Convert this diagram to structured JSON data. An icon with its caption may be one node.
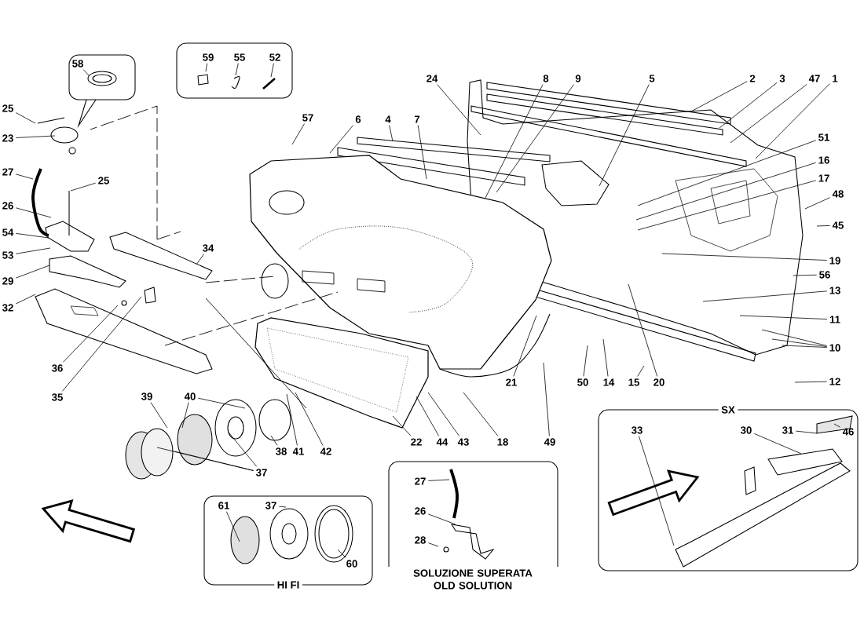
{
  "diagram": {
    "nodes": [
      {
        "text": [],
        "shape": "box"
      },
      {
        "text": [
          "59"
        ],
        "in": 0
      },
      {
        "text": [
          "55"
        ],
        "in": 0
      },
      {
        "text": [
          "52"
        ],
        "in": 0
      },
      {
        "text": [],
        "shape": "box"
      },
      {
        "text": [
          "58"
        ],
        "in": 4
      },
      {
        "text": [
          "25"
        ]
      },
      {
        "text": [
          "23"
        ]
      },
      {
        "text": [
          "27"
        ]
      },
      {
        "text": [
          "25"
        ]
      },
      {
        "text": [
          "26"
        ]
      },
      {
        "text": [
          "54"
        ]
      },
      {
        "text": [
          "53"
        ]
      },
      {
        "text": [
          "29"
        ]
      },
      {
        "text": [
          "32"
        ]
      },
      {
        "text": [
          "34"
        ]
      },
      {
        "text": [
          "36"
        ]
      },
      {
        "text": [
          "35"
        ]
      },
      {
        "text": [
          "57"
        ]
      },
      {
        "text": [
          "6"
        ]
      },
      {
        "text": [
          "4"
        ]
      },
      {
        "text": [
          "7"
        ]
      },
      {
        "text": [
          "24"
        ]
      },
      {
        "text": [
          "8"
        ]
      },
      {
        "text": [
          "9"
        ]
      },
      {
        "text": [
          "5"
        ]
      },
      {
        "text": [
          "2"
        ]
      },
      {
        "text": [
          "3"
        ]
      },
      {
        "text": [
          "47"
        ]
      },
      {
        "text": [
          "1"
        ]
      },
      {
        "text": [
          "51"
        ]
      },
      {
        "text": [
          "16"
        ]
      },
      {
        "text": [
          "17"
        ]
      },
      {
        "text": [
          "48"
        ]
      },
      {
        "text": [
          "45"
        ]
      },
      {
        "text": [
          "19"
        ]
      },
      {
        "text": [
          "56"
        ]
      },
      {
        "text": [
          "13"
        ]
      },
      {
        "text": [
          "11"
        ]
      },
      {
        "text": [
          "10"
        ]
      },
      {
        "text": [
          "12"
        ]
      },
      {
        "text": [
          "21"
        ]
      },
      {
        "text": [
          "50"
        ]
      },
      {
        "text": [
          "14"
        ]
      },
      {
        "text": [
          "15"
        ]
      },
      {
        "text": [
          "20"
        ]
      },
      {
        "text": [
          "22"
        ]
      },
      {
        "text": [
          "44"
        ]
      },
      {
        "text": [
          "43"
        ]
      },
      {
        "text": [
          "18"
        ]
      },
      {
        "text": [
          "49"
        ]
      },
      {
        "text": [
          "39"
        ]
      },
      {
        "text": [
          "40"
        ]
      },
      {
        "text": [
          "38"
        ]
      },
      {
        "text": [
          "41"
        ]
      },
      {
        "text": [
          "42"
        ]
      },
      {
        "text": [
          "37"
        ]
      },
      {
        "text": [
          "SOLUZIONE SUPERATA OLD SOLUTION"
        ]
      },
      {
        "text": [
          "27"
        ],
        "in": 57
      },
      {
        "text": [
          "26"
        ],
        "in": 57
      },
      {
        "text": [
          "28"
        ],
        "in": 57
      },
      {
        "text": [
          "HI FI"
        ]
      },
      {
        "text": [
          "61"
        ],
        "in": 61
      },
      {
        "text": [
          "37"
        ],
        "in": 61
      },
      {
        "text": [
          "60"
        ],
        "in": 61
      },
      {
        "text": [
          "SX"
        ]
      },
      {
        "text": [
          "33"
        ],
        "in": 65
      },
      {
        "text": [
          "30"
        ],
        "in": 65
      },
      {
        "text": [
          "31"
        ],
        "in": 65
      },
      {
        "text": [
          "46"
        ],
        "in": 65
      }
    ],
    "edges": [
      {
        "from": 1,
        "to": null,
        "arrow": "none"
      },
      {
        "from": 2,
        "to": null,
        "arrow": "none"
      },
      {
        "from": 3,
        "to": null,
        "arrow": "none"
      },
      {
        "from": 5,
        "to": null,
        "arrow": "none"
      },
      {
        "from": 6,
        "to": null,
        "arrow": "none"
      },
      {
        "from": 7,
        "to": null,
        "arrow": "none"
      },
      {
        "from": 8,
        "to": null,
        "arrow": "none"
      },
      {
        "from": 9,
        "to": null,
        "arrow": "none"
      },
      {
        "from": 10,
        "to": null,
        "arrow": "none"
      },
      {
        "from": 11,
        "to": null,
        "arrow": "none"
      },
      {
        "from": 12,
        "to": null,
        "arrow": "none"
      },
      {
        "from": 13,
        "to": null,
        "arrow": "none"
      },
      {
        "from": 14,
        "to": null,
        "arrow": "none"
      },
      {
        "from": 15,
        "to": null,
        "arrow": "none"
      },
      {
        "from": 16,
        "to": null,
        "arrow": "none"
      },
      {
        "from": 17,
        "to": null,
        "arrow": "none"
      },
      {
        "from": 18,
        "to": null,
        "arrow": "none"
      },
      {
        "from": 19,
        "to": null,
        "arrow": "none"
      },
      {
        "from": 20,
        "to": null,
        "arrow": "none"
      },
      {
        "from": 21,
        "to": null,
        "arrow": "none"
      },
      {
        "from": 22,
        "to": null,
        "arrow": "none"
      },
      {
        "from": 23,
        "to": null,
        "arrow": "none"
      },
      {
        "from": 24,
        "to": null,
        "arrow": "none"
      },
      {
        "from": 25,
        "to": null,
        "arrow": "none"
      },
      {
        "from": 26,
        "to": null,
        "arrow": "none"
      },
      {
        "from": 27,
        "to": null,
        "arrow": "none"
      },
      {
        "from": 28,
        "to": null,
        "arrow": "none"
      },
      {
        "from": 29,
        "to": null,
        "arrow": "none"
      },
      {
        "from": 30,
        "to": null,
        "arrow": "none"
      },
      {
        "from": 31,
        "to": null,
        "arrow": "none"
      },
      {
        "from": 32,
        "to": null,
        "arrow": "none"
      },
      {
        "from": 33,
        "to": null,
        "arrow": "none"
      },
      {
        "from": 34,
        "to": null,
        "arrow": "none"
      },
      {
        "from": 35,
        "to": null,
        "arrow": "none"
      },
      {
        "from": 36,
        "to": null,
        "arrow": "none"
      },
      {
        "from": 37,
        "to": null,
        "arrow": "none"
      },
      {
        "from": 38,
        "to": null,
        "arrow": "none"
      },
      {
        "from": 39,
        "to": null,
        "arrow": "none"
      },
      {
        "from": 39,
        "to": null,
        "arrow": "none"
      },
      {
        "from": 39,
        "to": null,
        "arrow": "none"
      },
      {
        "from": 40,
        "to": null,
        "arrow": "none"
      },
      {
        "from": 41,
        "to": null,
        "arrow": "none"
      },
      {
        "from": 42,
        "to": null,
        "arrow": "none"
      },
      {
        "from": 43,
        "to": null,
        "arrow": "none"
      },
      {
        "from": 44,
        "to": null,
        "arrow": "none"
      },
      {
        "from": 45,
        "to": null,
        "arrow": "none"
      },
      {
        "from": 46,
        "to": null,
        "arrow": "none"
      },
      {
        "from": 47,
        "to": null,
        "arrow": "none"
      },
      {
        "from": 48,
        "to": null,
        "arrow": "none"
      },
      {
        "from": 49,
        "to": null,
        "arrow": "none"
      },
      {
        "from": 50,
        "to": null,
        "arrow": "none"
      },
      {
        "from": 51,
        "to": null,
        "arrow": "none"
      },
      {
        "from": 52,
        "to": null,
        "arrow": "none"
      },
      {
        "from": 52,
        "to": null,
        "arrow": "none"
      },
      {
        "from": 53,
        "to": null,
        "arrow": "none"
      },
      {
        "from": 54,
        "to": null,
        "arrow": "none"
      },
      {
        "from": 55,
        "to": null,
        "arrow": "none"
      },
      {
        "from": 56,
        "to": null,
        "arrow": "none"
      },
      {
        "from": 56,
        "to": null,
        "arrow": "none"
      },
      {
        "from": 56,
        "to": null,
        "arrow": "none"
      },
      {
        "from": 58,
        "to": null,
        "arrow": "none"
      },
      {
        "from": 59,
        "to": null,
        "arrow": "none"
      },
      {
        "from": 60,
        "to": null,
        "arrow": "none"
      },
      {
        "from": 62,
        "to": null,
        "arrow": "none"
      },
      {
        "from": 63,
        "to": null,
        "arrow": "none"
      },
      {
        "from": 64,
        "to": null,
        "arrow": "none"
      },
      {
        "from": 66,
        "to": null,
        "arrow": "none"
      },
      {
        "from": 67,
        "to": null,
        "arrow": "none"
      },
      {
        "from": 68,
        "to": null,
        "arrow": "none"
      },
      {
        "from": 69,
        "to": null,
        "arrow": "none"
      }
    ]
  }
}
